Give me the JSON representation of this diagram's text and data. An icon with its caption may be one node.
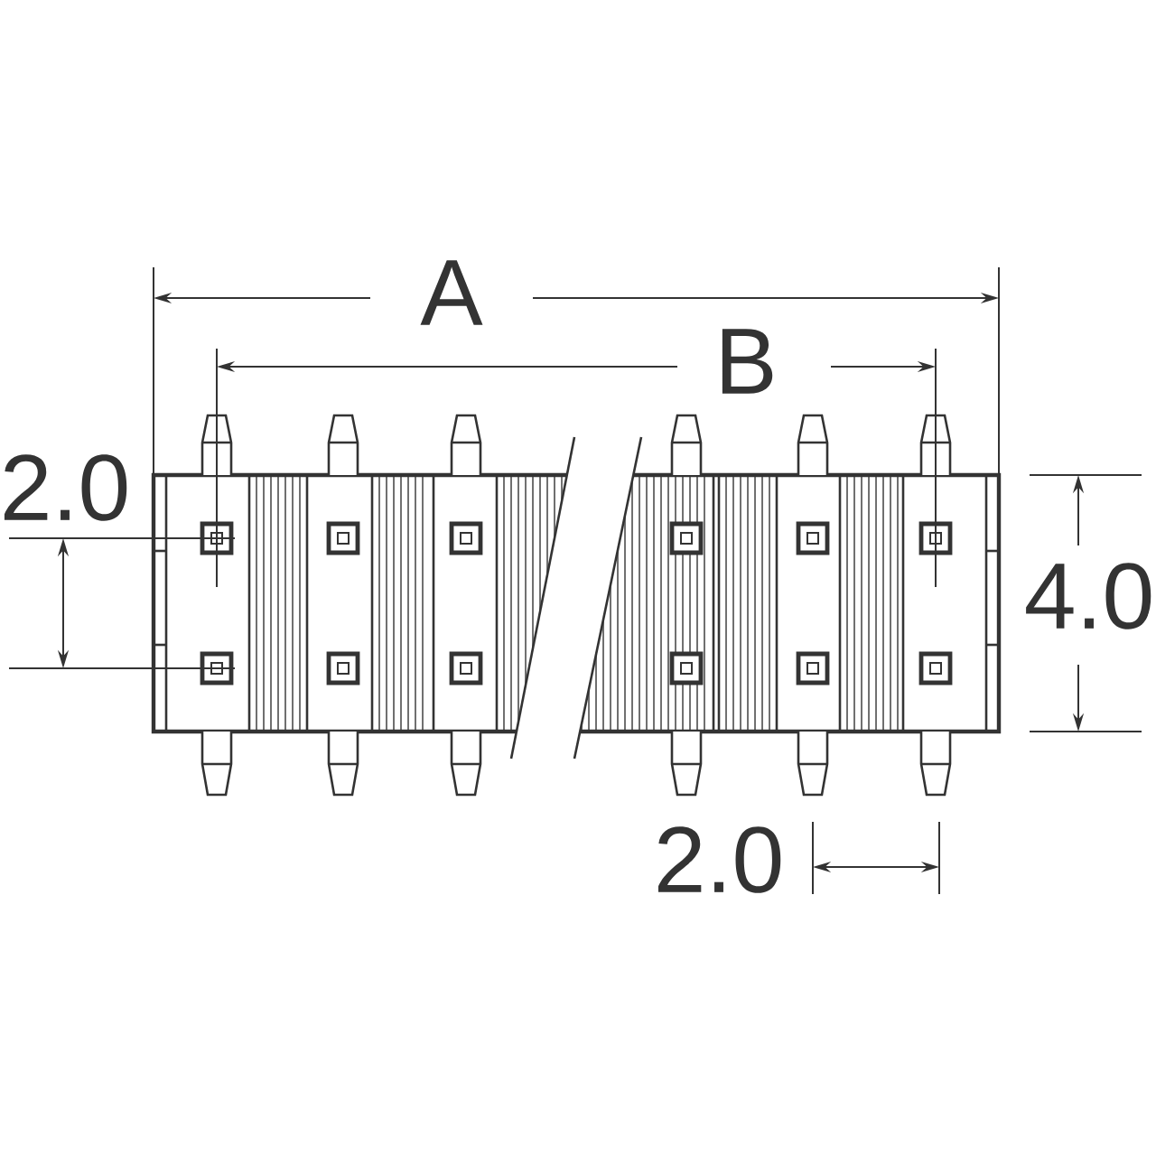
{
  "diagram": {
    "labels": [
      "A",
      "B",
      "2.0",
      "4.0",
      "2.0"
    ]
  }
}
